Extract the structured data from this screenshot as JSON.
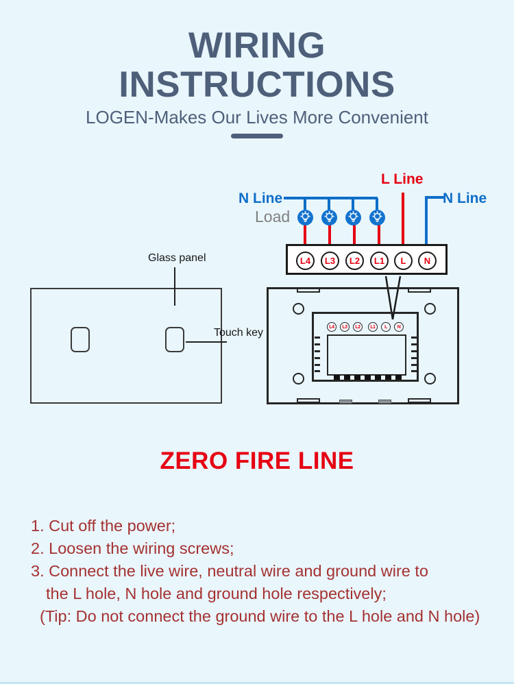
{
  "header": {
    "title_line1": "WIRING",
    "title_line2": "INSTRUCTIONS",
    "subtitle": "LOGEN-Makes Our Lives More Convenient"
  },
  "diagram": {
    "l_line_label": "L Line",
    "n_line_left_label": "N Line",
    "n_line_right_label": "N Line",
    "load_label": "Load",
    "glass_panel_label": "Glass panel",
    "touch_key_label": "Touch key",
    "terminals": [
      "L4",
      "L3",
      "L2",
      "L1",
      "L",
      "N"
    ],
    "back_terminals": [
      "L4",
      "L3",
      "L2",
      "L1",
      "L",
      "N"
    ],
    "colors": {
      "live_wire_red": "#e60012",
      "neutral_wire_blue": "#0e6ec8",
      "bulb_fill_blue": "#1273ce",
      "load_text_gray": "#808080",
      "title_slate": "#4e5f7a",
      "instruction_red": "#a43131",
      "background": "#e9f6fc"
    }
  },
  "section": {
    "heading": "ZERO FIRE LINE"
  },
  "steps": [
    "1. Cut off the power;",
    "2. Loosen the wiring screws;",
    "3. Connect the live wire, neutral wire and ground wire to",
    "the L hole, N hole and ground hole respectively;",
    "(Tip: Do not connect the ground wire to the L hole and N hole)"
  ]
}
